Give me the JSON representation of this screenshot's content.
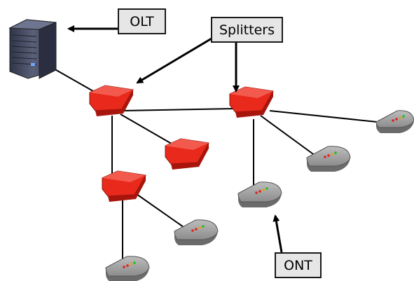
{
  "labels": {
    "olt": "OLT",
    "splitters": "Splitters",
    "ont": "ONT"
  },
  "colors": {
    "splitter_fill": "#e8291c",
    "splitter_top": "#f04a3c",
    "splitter_shadow": "#a8150c",
    "ont_body": "#8a8a8a",
    "ont_top": "#b5b5b5",
    "ont_dark": "#5f5f5f",
    "olt_body": "#4a4f66",
    "line": "#000000",
    "label_bg": "#e6e6e6"
  },
  "icons": [
    "server-rack-icon",
    "splitter-icon",
    "ont-device-icon",
    "arrow-icon"
  ]
}
